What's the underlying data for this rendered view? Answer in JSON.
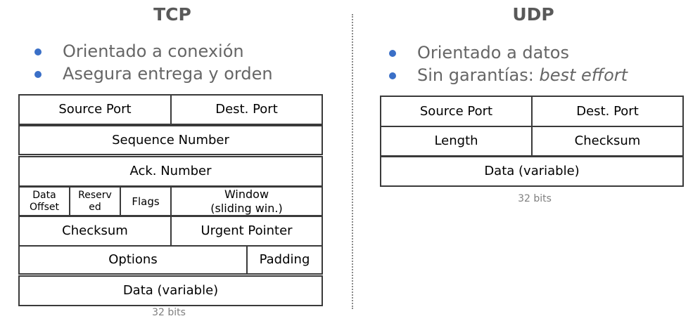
{
  "tcp": {
    "title": "TCP",
    "bullets": [
      "Orientado a conexión",
      "Asegura entrega y orden"
    ],
    "fields": {
      "source_port": "Source Port",
      "dest_port": "Dest. Port",
      "sequence_number": "Sequence Number",
      "ack_number": "Ack. Number",
      "data_offset_1": "Data",
      "data_offset_2": "Offset",
      "reserved_1": "Reserv",
      "reserved_2": "ed",
      "flags": "Flags",
      "window_1": "Window",
      "window_2": "(sliding win.)",
      "checksum": "Checksum",
      "urgent_pointer": "Urgent Pointer",
      "options": "Options",
      "padding": "Padding",
      "data": "Data (variable)"
    },
    "width_caption": "32 bits"
  },
  "udp": {
    "title": "UDP",
    "bullet_1": "Orientado a datos",
    "bullet_2_prefix": "Sin garantías: ",
    "bullet_2_emphasis": "best effort",
    "fields": {
      "source_port": "Source Port",
      "dest_port": "Dest. Port",
      "length": "Length",
      "checksum": "Checksum",
      "data": "Data (variable)"
    },
    "width_caption": "32 bits"
  },
  "colors": {
    "bullet": "#3a6fc7",
    "title": "#595959",
    "bullet_text": "#666666",
    "border": "#3a3a3a",
    "caption": "#7f7f7f"
  }
}
